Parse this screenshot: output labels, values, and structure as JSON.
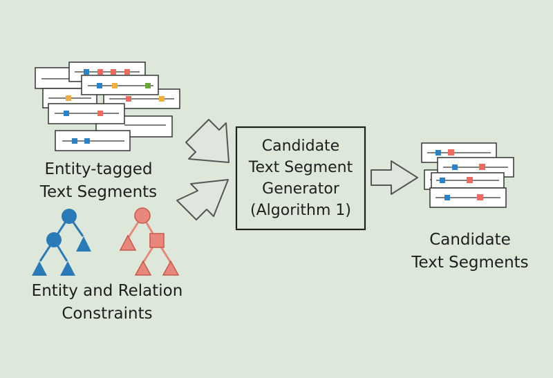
{
  "labels": {
    "entity_tagged": [
      "Entity-tagged",
      "Text Segments"
    ],
    "constraints": [
      "Entity and Relation",
      "Constraints"
    ],
    "generator": [
      "Candidate",
      "Text Segment",
      "Generator",
      "(Algorithm 1)"
    ],
    "candidates": [
      "Candidate",
      "Text Segments"
    ]
  },
  "colors": {
    "background": "#dde8da",
    "blue": "#2b82c6",
    "red": "#ec6a5e",
    "orange": "#f0ae3c",
    "green": "#66aa3e",
    "tree_blue": "#2a7ab8",
    "tree_red": "#e8877c",
    "arrow_fill": "#dfe6dd",
    "arrow_stroke": "#555555"
  },
  "icons": {
    "input_stack": "stacked-text-segments-icon",
    "output_stack": "stacked-candidate-segments-icon",
    "entity_tree": "entity-constraint-tree-icon",
    "relation_tree": "relation-constraint-tree-icon",
    "arrows": "block-arrow-icon"
  }
}
